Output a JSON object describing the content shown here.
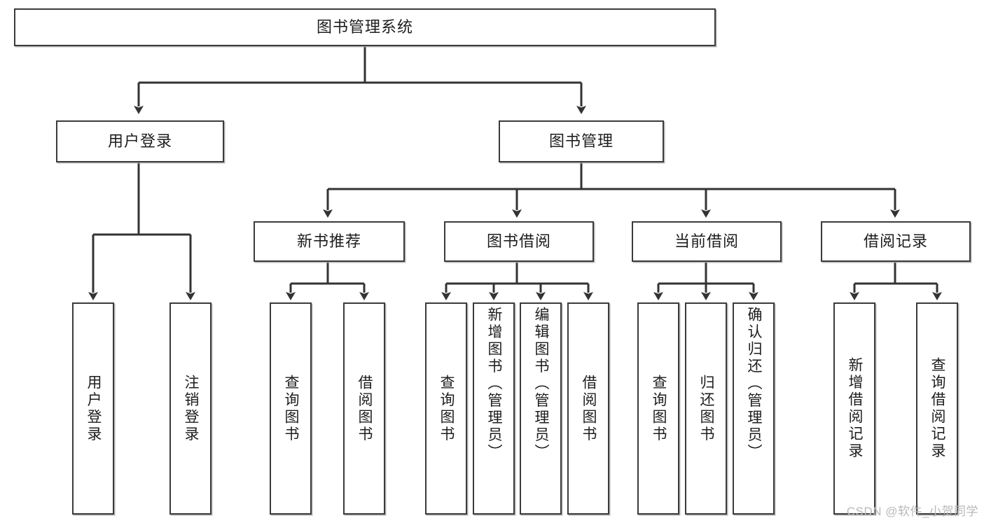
{
  "diagram": {
    "title": "图书管理系统",
    "type": "tree-structure-chart",
    "style": {
      "box_border_color": "#3b3b3b",
      "box_fill_color": "#ffffff",
      "connector_color": "#333333",
      "text_color": "#1d1d1d",
      "background_color": "#ffffff",
      "watermark_color": "#b9b9b9"
    },
    "watermark": "CSDN @软件_小贺同学",
    "levels": [
      {
        "level": 1,
        "nodes": [
          {
            "id": "root",
            "label": "图书管理系统",
            "orientation": "horizontal"
          }
        ]
      },
      {
        "level": 2,
        "nodes": [
          {
            "id": "login",
            "label": "用户登录",
            "orientation": "horizontal",
            "parent": "root"
          },
          {
            "id": "bookmgmt",
            "label": "图书管理",
            "orientation": "horizontal",
            "parent": "root"
          }
        ]
      },
      {
        "level": 3,
        "nodes": [
          {
            "id": "newbook",
            "label": "新书推荐",
            "orientation": "horizontal",
            "parent": "bookmgmt"
          },
          {
            "id": "borrow",
            "label": "图书借阅",
            "orientation": "horizontal",
            "parent": "bookmgmt"
          },
          {
            "id": "current",
            "label": "当前借阅",
            "orientation": "horizontal",
            "parent": "bookmgmt"
          },
          {
            "id": "records",
            "label": "借阅记录",
            "orientation": "horizontal",
            "parent": "bookmgmt"
          }
        ]
      },
      {
        "level": 4,
        "nodes": [
          {
            "id": "leaf1",
            "label": "用户登录",
            "orientation": "vertical",
            "parent": "login"
          },
          {
            "id": "leaf2",
            "label": "注销登录",
            "orientation": "vertical",
            "parent": "login"
          },
          {
            "id": "leaf3",
            "label": "查询图书",
            "orientation": "vertical",
            "parent": "newbook"
          },
          {
            "id": "leaf4",
            "label": "借阅图书",
            "orientation": "vertical",
            "parent": "newbook"
          },
          {
            "id": "leaf5",
            "label": "查询图书",
            "orientation": "vertical",
            "parent": "borrow"
          },
          {
            "id": "leaf6",
            "label": "新增图书（管理员）",
            "orientation": "vertical",
            "parent": "borrow"
          },
          {
            "id": "leaf7",
            "label": "编辑图书（管理员）",
            "orientation": "vertical",
            "parent": "borrow"
          },
          {
            "id": "leaf8",
            "label": "借阅图书",
            "orientation": "vertical",
            "parent": "borrow"
          },
          {
            "id": "leaf9",
            "label": "查询图书",
            "orientation": "vertical",
            "parent": "current"
          },
          {
            "id": "leaf10",
            "label": "归还图书",
            "orientation": "vertical",
            "parent": "current"
          },
          {
            "id": "leaf11",
            "label": "确认归还（管理员）",
            "orientation": "vertical",
            "parent": "current"
          },
          {
            "id": "leaf12",
            "label": "新增借阅记录",
            "orientation": "vertical",
            "parent": "records"
          },
          {
            "id": "leaf13",
            "label": "查询借阅记录",
            "orientation": "vertical",
            "parent": "records"
          }
        ]
      }
    ]
  }
}
